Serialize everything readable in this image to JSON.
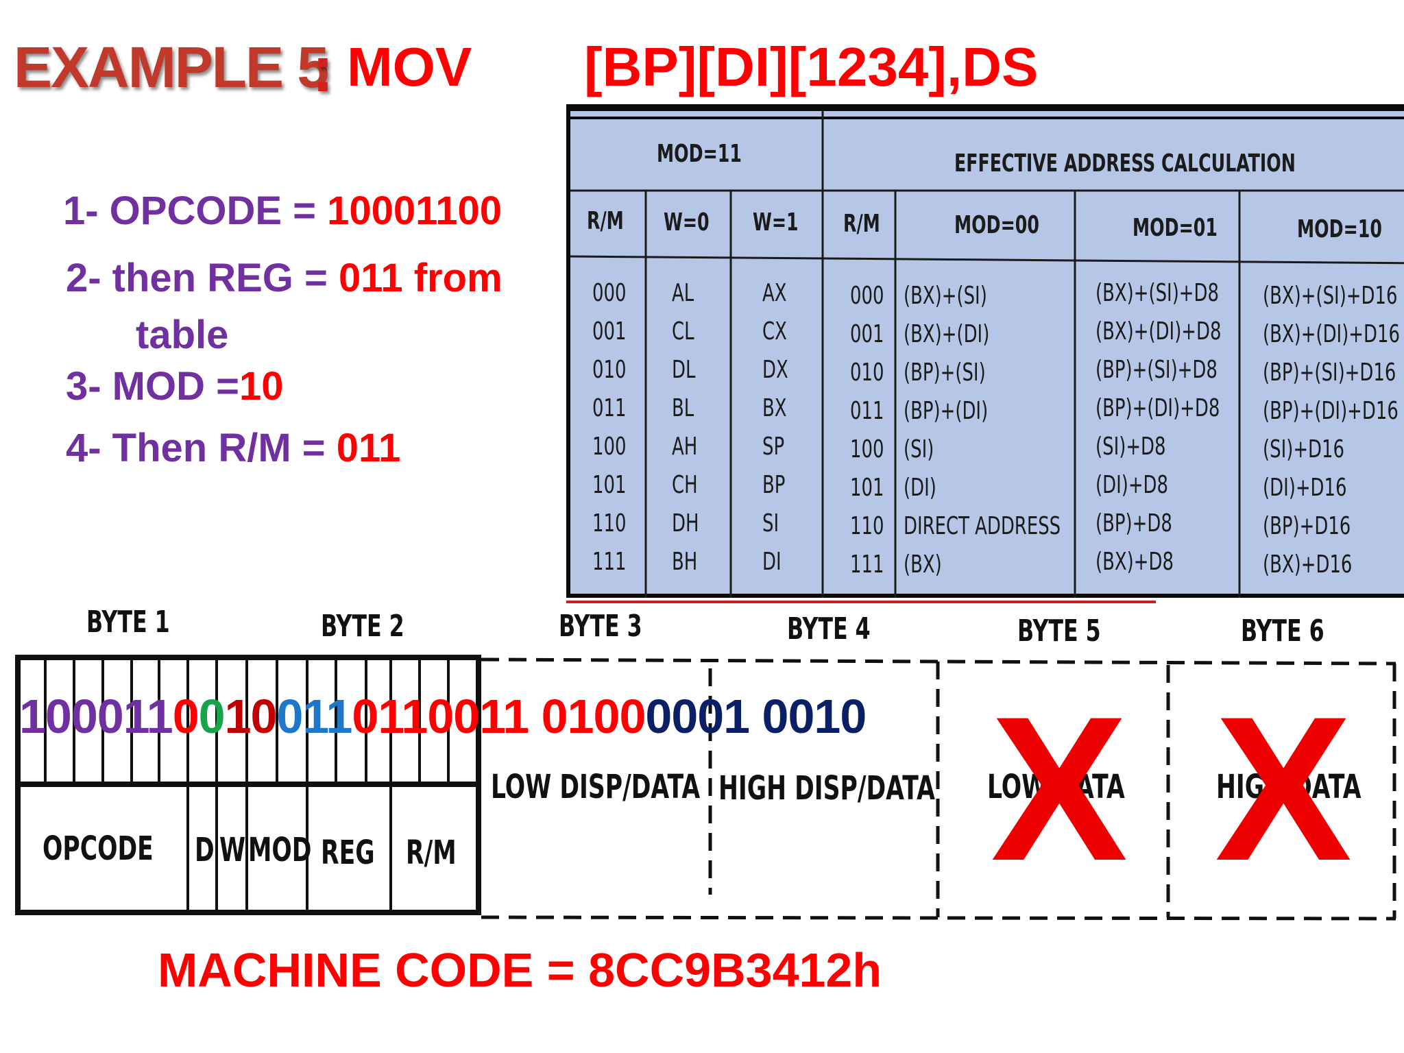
{
  "title": {
    "prefix": "EXAMPLE 5",
    "colon": ":",
    "mnemonic": "MOV",
    "operands": "[BP][DI][1234],DS"
  },
  "steps": [
    {
      "label": "1- OPCODE = ",
      "value": "10001100"
    },
    {
      "label": "2- then REG = ",
      "value": "011 from",
      "continuation": "table"
    },
    {
      "label": "3- MOD =",
      "value": "10"
    },
    {
      "label": "4- Then R/M = ",
      "value": "011"
    }
  ],
  "ref_table": {
    "header_left": "MOD=11",
    "header_right": "EFFECTIVE ADDRESS CALCULATION",
    "columns": [
      "R/M",
      "W=0",
      "W=1",
      "R/M",
      "MOD=00",
      "MOD=01",
      "MOD=10"
    ],
    "rm_codes": [
      "000",
      "001",
      "010",
      "011",
      "100",
      "101",
      "110",
      "111"
    ],
    "w0": [
      "AL",
      "CL",
      "DL",
      "BL",
      "AH",
      "CH",
      "DH",
      "BH"
    ],
    "w1": [
      "AX",
      "CX",
      "DX",
      "BX",
      "SP",
      "BP",
      "SI",
      "DI"
    ],
    "rm_codes2": [
      "000",
      "001",
      "010",
      "011",
      "100",
      "101",
      "110",
      "111"
    ],
    "mod00": [
      "(BX)+(SI)",
      "(BX)+(DI)",
      "(BP)+(SI)",
      "(BP)+(DI)",
      "(SI)",
      "(DI)",
      "DIRECT ADDRESS",
      "(BX)"
    ],
    "mod01": [
      "(BX)+(SI)+D8",
      "(BX)+(DI)+D8",
      "(BP)+(SI)+D8",
      "(BP)+(DI)+D8",
      "(SI)+D8",
      "(DI)+D8",
      "(BP)+D8",
      "(BX)+D8"
    ],
    "mod10": [
      "(BX)+(SI)+D16",
      "(BX)+(DI)+D16",
      "(BP)+(SI)+D16",
      "(BP)+(DI)+D16",
      "(SI)+D16",
      "(DI)+D16",
      "(BP)+D16",
      "(BX)+D16"
    ]
  },
  "bytes": [
    "BYTE 1",
    "BYTE 2",
    "BYTE 3",
    "BYTE 4",
    "BYTE 5",
    "BYTE 6"
  ],
  "format_fields": {
    "opcode": "OPCODE",
    "d": "D",
    "w": "W",
    "mod": "MOD",
    "reg": "REG",
    "rm": "R/M",
    "low_disp": "LOW DISP/DATA",
    "high_disp": "HIGH DISP/DATA",
    "low_data": "LOW DATA",
    "high_data": "HIGH DATA"
  },
  "bits": {
    "opcode": "100011",
    "d": "0",
    "w": "0",
    "mod": "10",
    "reg": "011",
    "rm": "011",
    "low_disp": "0011 0100",
    "high_disp": "0001 0010"
  },
  "unused_mark": "X",
  "machine_code": "MACHINE CODE = 8CC9B3412h",
  "colors": {
    "title_shadowed": "#c0392b",
    "red": "#ff0000",
    "purple": "#7030a0",
    "green": "#16a34a",
    "blue": "#1f77c9",
    "navy": "#0b1f66",
    "table_bg": "#b6c6e6"
  }
}
